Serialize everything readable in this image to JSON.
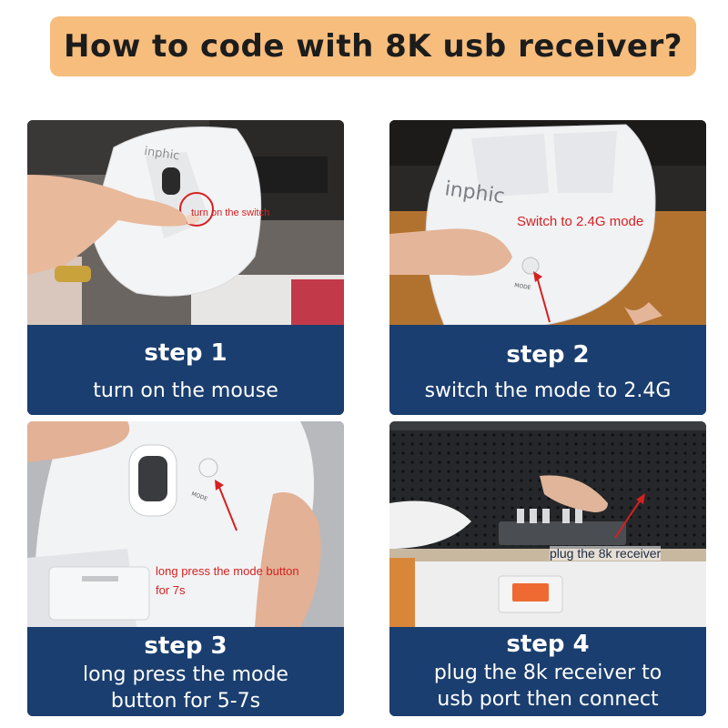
{
  "title": "How to code with 8K usb receiver?",
  "steps": [
    {
      "title": "step 1",
      "description": "turn on the mouse",
      "annotation": "turn on the switch",
      "photo_brand": "inphic"
    },
    {
      "title": "step 2",
      "description": "switch the mode to 2.4G",
      "annotation": "Switch to 2.4G mode",
      "photo_brand": "inphic",
      "photo_label": "MODE"
    },
    {
      "title": "step 3",
      "description_lines": [
        "long press the mode",
        "button for 5-7s"
      ],
      "annotation_lines": [
        "long press the mode button",
        "for 7s"
      ],
      "photo_label": "MODE"
    },
    {
      "title": "step 4",
      "description_lines": [
        "plug the 8k receiver to",
        "usb port then connect"
      ],
      "annotation": "plug the 8k receiver"
    }
  ],
  "colors": {
    "banner": "#f6bd7c",
    "caption_bg": "#1a3e6f",
    "annotation": "#d62020"
  }
}
